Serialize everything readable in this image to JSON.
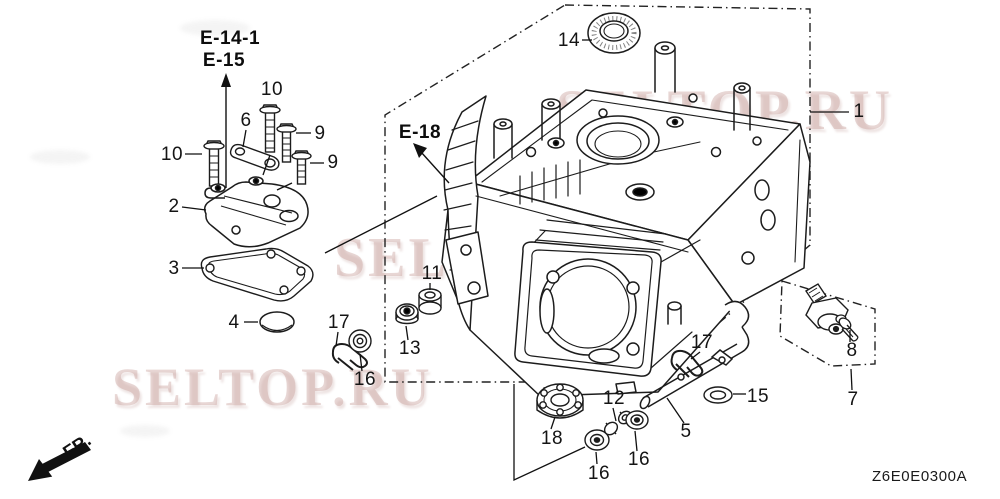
{
  "diagram": {
    "code": "Z6E0E0300A",
    "front_marker": "FR.",
    "watermarks": [
      "SELTOP.RU",
      "SELTOP.RU",
      "SELTOP.RU"
    ],
    "references": [
      {
        "label": "E-14-1"
      },
      {
        "label": "E-15"
      },
      {
        "label": "E-18"
      }
    ],
    "callouts": [
      {
        "label": "10"
      },
      {
        "label": "6"
      },
      {
        "label": "9"
      },
      {
        "label": "9"
      },
      {
        "label": "10"
      },
      {
        "label": "2"
      },
      {
        "label": "3"
      },
      {
        "label": "4"
      },
      {
        "label": "17"
      },
      {
        "label": "16"
      },
      {
        "label": "13"
      },
      {
        "label": "11"
      },
      {
        "label": "14"
      },
      {
        "label": "1"
      },
      {
        "label": "8"
      },
      {
        "label": "7"
      },
      {
        "label": "17"
      },
      {
        "label": "15"
      },
      {
        "label": "5"
      },
      {
        "label": "12"
      },
      {
        "label": "16"
      },
      {
        "label": "16"
      },
      {
        "label": "18"
      }
    ]
  }
}
